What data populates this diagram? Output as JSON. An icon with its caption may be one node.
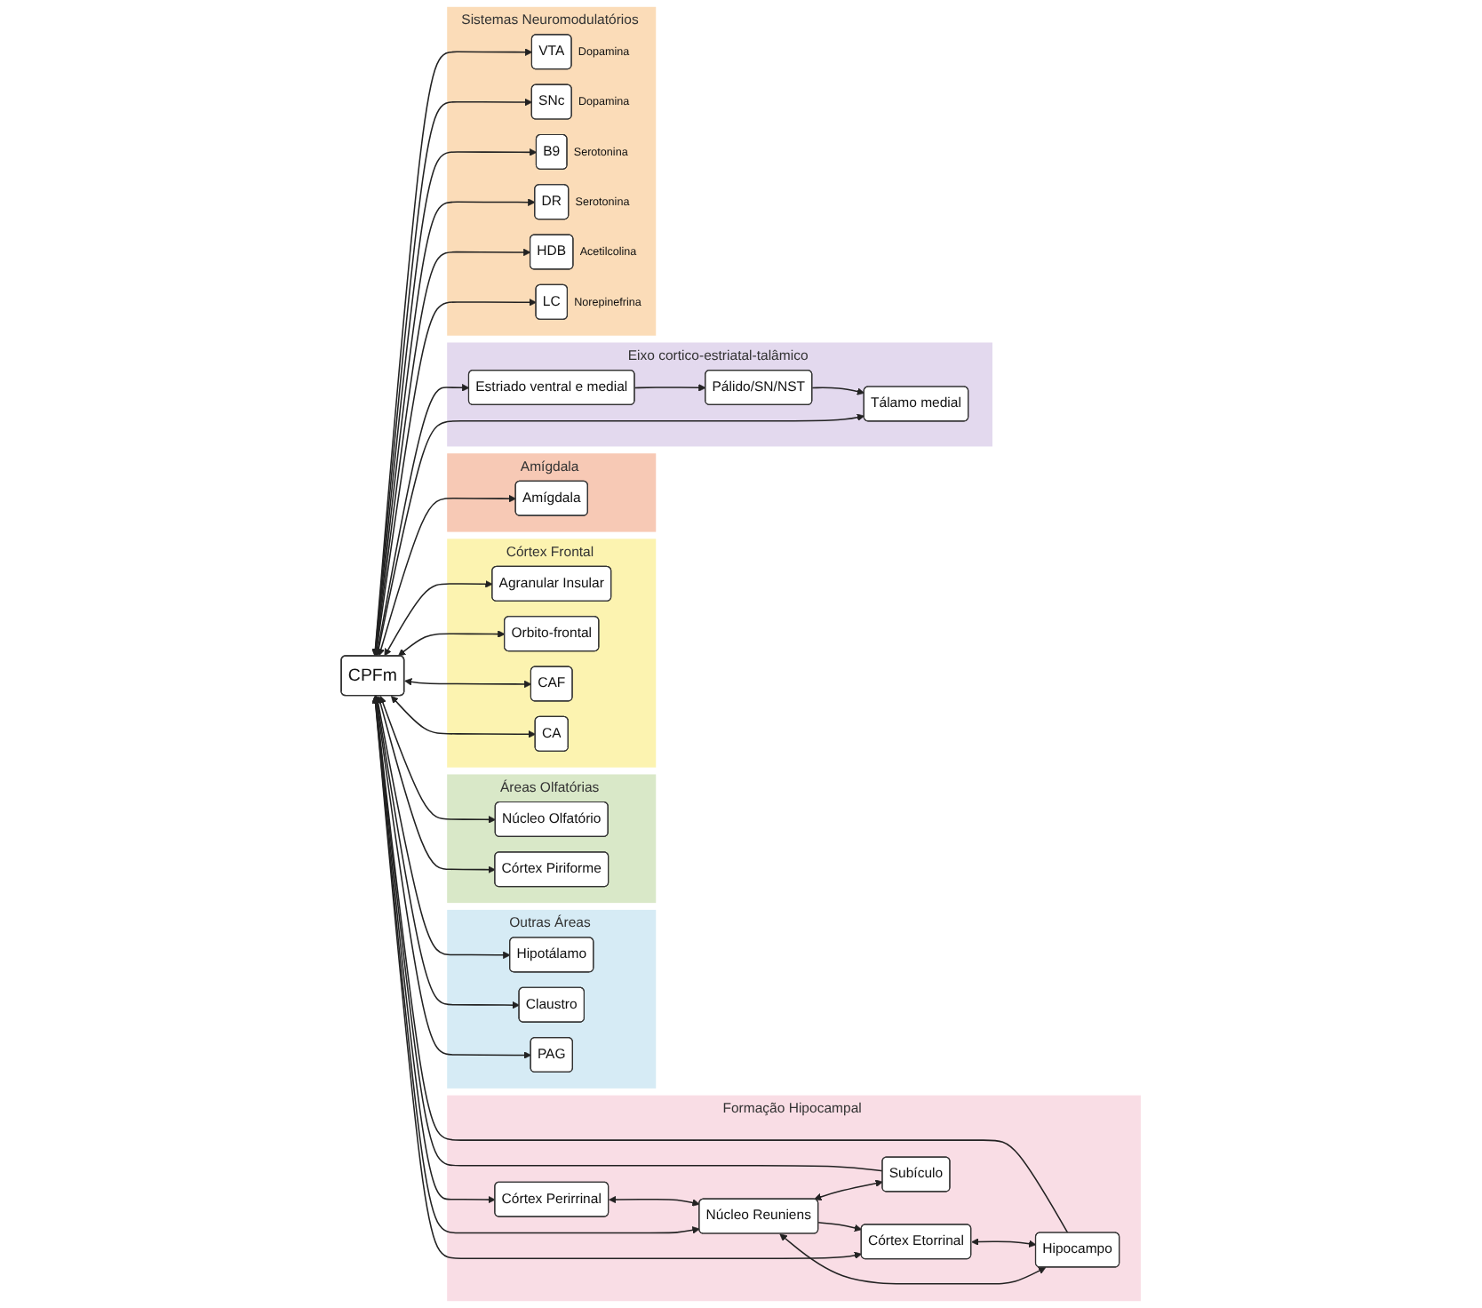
{
  "diagram": {
    "nodes": [
      {
        "text": [
          "CPFm"
        ]
      },
      {
        "text": [
          "Outras Áreas"
        ]
      },
      {
        "text": [
          "Hipotálamo"
        ],
        "in": 1
      },
      {
        "text": [
          "Claustro"
        ],
        "in": 1
      },
      {
        "text": [
          "PAG"
        ],
        "in": 1
      },
      {
        "text": [
          "Áreas Olfatórias"
        ]
      },
      {
        "text": [
          "Núcleo Olfatório"
        ],
        "in": 5
      },
      {
        "text": [
          "Córtex Piriforme"
        ],
        "in": 5
      },
      {
        "text": [
          "Córtex Frontal"
        ]
      },
      {
        "text": [
          "Agranular Insular"
        ],
        "in": 8
      },
      {
        "text": [
          "Orbito-frontal"
        ],
        "in": 8
      },
      {
        "text": [
          "CAF"
        ],
        "in": 8
      },
      {
        "text": [
          "CA"
        ],
        "in": 8
      },
      {
        "text": [
          "Formação Hipocampal"
        ]
      },
      {
        "text": [
          "Córtex Perirrinal"
        ],
        "in": 13
      },
      {
        "text": [
          "Córtex Etorrinal"
        ],
        "in": 13
      },
      {
        "text": [
          "Núcleo Reuniens"
        ],
        "in": 13
      },
      {
        "text": [
          "Hipocampo"
        ],
        "in": 13
      },
      {
        "text": [
          "Subículo"
        ],
        "in": 13
      },
      {
        "text": [
          "Amígdala"
        ]
      },
      {
        "text": [
          "Amígdala"
        ],
        "in": 19
      },
      {
        "text": [
          "Eixo cortico-estriatal-talâmico"
        ]
      },
      {
        "text": [
          "Tálamo medial"
        ],
        "in": 21
      },
      {
        "text": [
          "Estriado ventral e medial"
        ],
        "in": 21
      },
      {
        "text": [
          "Pálido/SN/NST"
        ],
        "in": 21
      },
      {
        "text": [
          "Sistemas Neuromodulatórios"
        ]
      },
      {
        "text": [
          "VTA"
        ],
        "in": 25,
        "beside": [
          "Dopamina"
        ]
      },
      {
        "text": [
          "SNc"
        ],
        "in": 25,
        "beside": [
          "Dopamina"
        ]
      },
      {
        "text": [
          "B9"
        ],
        "in": 25,
        "beside": [
          "Serotonina"
        ]
      },
      {
        "text": [
          "DR"
        ],
        "in": 25,
        "beside": [
          "Serotonina"
        ]
      },
      {
        "text": [
          "HDB"
        ],
        "in": 25,
        "beside": [
          "Acetilcolina"
        ]
      },
      {
        "text": [
          "LC"
        ],
        "in": 25,
        "beside": [
          "Norepinefrina"
        ]
      }
    ],
    "edges": [
      {
        "from": 0,
        "to": 2,
        "arrow": "both"
      },
      {
        "from": 0,
        "to": 3,
        "arrow": "both"
      },
      {
        "from": 0,
        "to": 4,
        "arrow": "both"
      },
      {
        "from": 0,
        "to": 6,
        "arrow": "both"
      },
      {
        "from": 0,
        "to": 7,
        "arrow": "both"
      },
      {
        "from": 0,
        "to": 9,
        "arrow": "both"
      },
      {
        "from": 0,
        "to": 10,
        "arrow": "both"
      },
      {
        "from": 0,
        "to": 11,
        "arrow": "both"
      },
      {
        "from": 0,
        "to": 12,
        "arrow": "both"
      },
      {
        "from": 0,
        "to": 14,
        "arrow": "both"
      },
      {
        "from": 0,
        "to": 15,
        "arrow": "both"
      },
      {
        "from": 0,
        "to": 16,
        "arrow": "both"
      },
      {
        "from": 17,
        "to": 0,
        "arrow": "to"
      },
      {
        "from": 18,
        "to": 0,
        "arrow": "to"
      },
      {
        "from": 0,
        "to": 20,
        "arrow": "both"
      },
      {
        "from": 0,
        "to": 22,
        "arrow": "both"
      },
      {
        "from": 0,
        "to": 23,
        "arrow": "to"
      },
      {
        "from": 23,
        "to": 24,
        "arrow": "to"
      },
      {
        "from": 24,
        "to": 22,
        "arrow": "to"
      },
      {
        "from": 0,
        "to": 26,
        "arrow": "both"
      },
      {
        "from": 0,
        "to": 27,
        "arrow": "to"
      },
      {
        "from": 0,
        "to": 28,
        "arrow": "both"
      },
      {
        "from": 0,
        "to": 29,
        "arrow": "both"
      },
      {
        "from": 0,
        "to": 30,
        "arrow": "both"
      },
      {
        "from": 0,
        "to": 31,
        "arrow": "both"
      },
      {
        "from": 14,
        "to": 16,
        "arrow": "both"
      },
      {
        "from": 16,
        "to": 15,
        "arrow": "to"
      },
      {
        "from": 16,
        "to": 17,
        "arrow": "both"
      },
      {
        "from": 15,
        "to": 17,
        "arrow": "both"
      },
      {
        "from": 16,
        "to": 18,
        "arrow": "both"
      }
    ]
  }
}
